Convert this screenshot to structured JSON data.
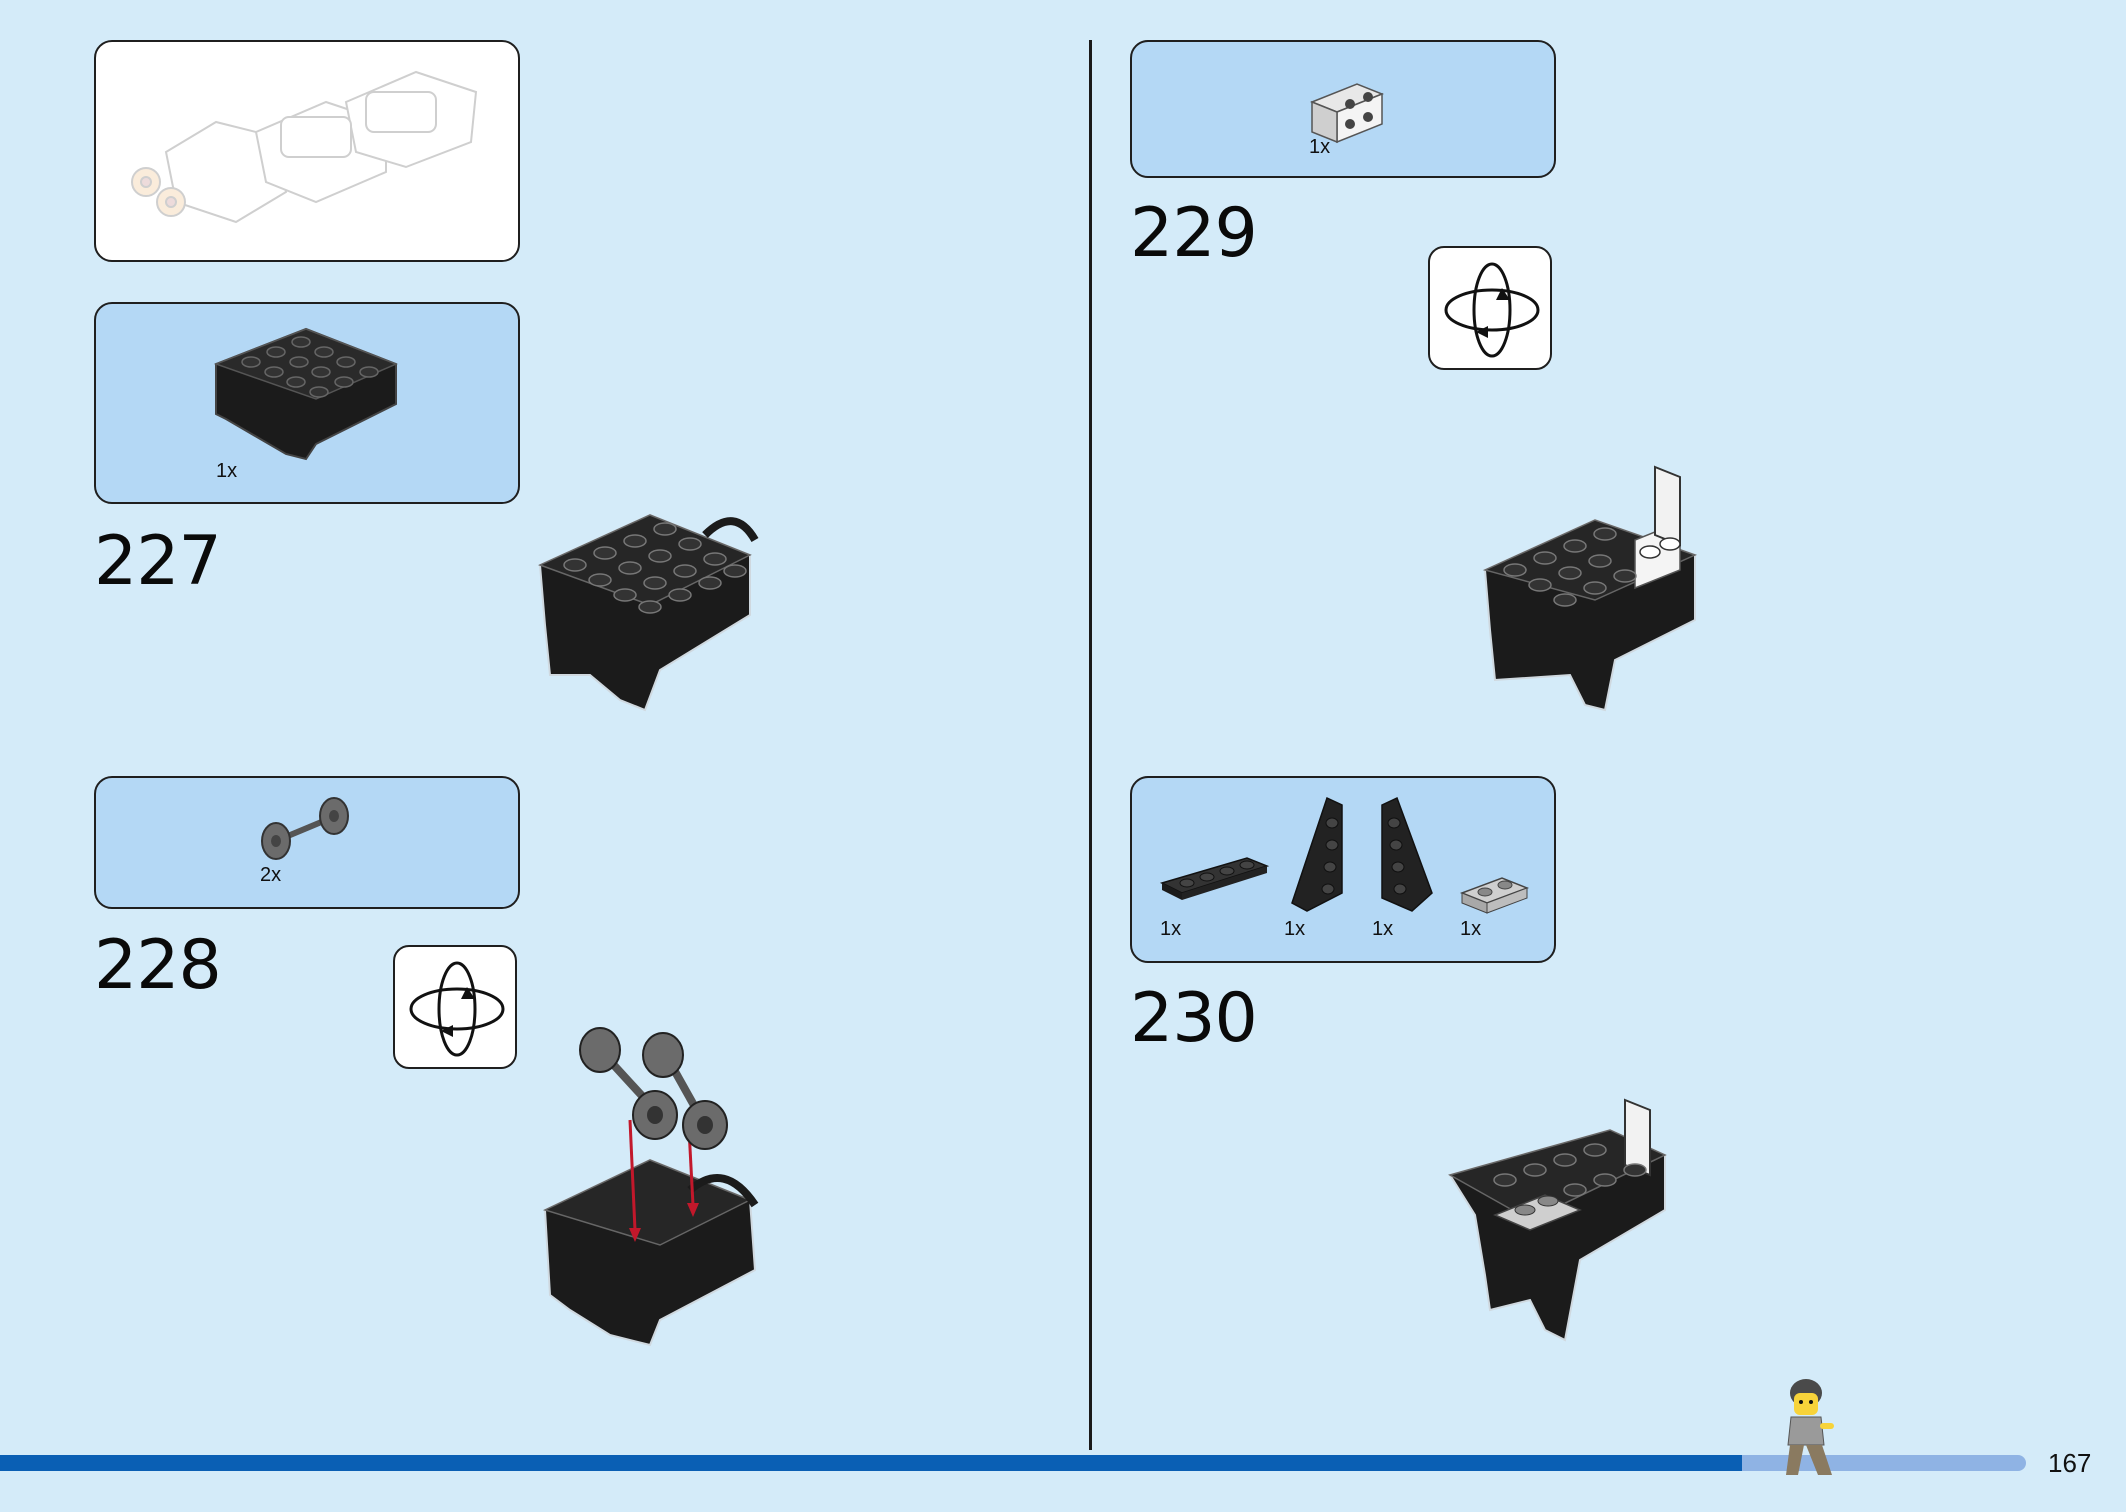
{
  "page": {
    "number": "167",
    "progress": 0.86,
    "colors": {
      "background": "#d4ebf9",
      "callout": "#b4d8f5",
      "progress_fill": "#0a5fb4",
      "progress_track": "#8fb3e4"
    }
  },
  "overview": {
    "icon": "assembled-submodel-icon"
  },
  "steps": [
    {
      "number": "227",
      "parts": [
        {
          "qty": "1x",
          "icon": "black-vehicle-base-part-icon"
        }
      ]
    },
    {
      "number": "228",
      "parts": [
        {
          "qty": "2x",
          "icon": "wheel-axle-part-icon"
        }
      ],
      "rotate": true
    },
    {
      "number": "229",
      "parts": [
        {
          "qty": "1x",
          "icon": "bracket-plate-part-icon"
        }
      ],
      "rotate": true
    },
    {
      "number": "230",
      "parts": [
        {
          "qty": "1x",
          "icon": "plate-1x4-part-icon"
        },
        {
          "qty": "1x",
          "icon": "wedge-plate-left-part-icon"
        },
        {
          "qty": "1x",
          "icon": "wedge-plate-right-part-icon"
        },
        {
          "qty": "1x",
          "icon": "plate-1x2-grey-part-icon"
        }
      ]
    }
  ]
}
